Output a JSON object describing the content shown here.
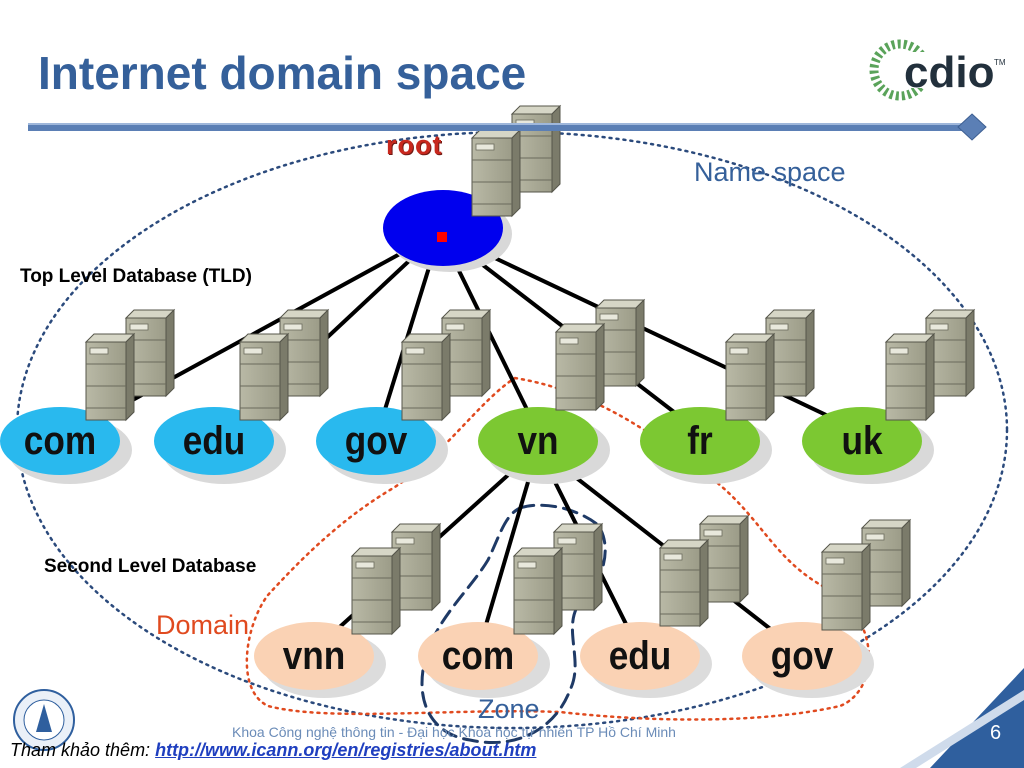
{
  "slide": {
    "title": "Internet domain space",
    "page_number": "6",
    "footer": "Khoa Công nghệ thông tin - Đại học Khoa học tự nhiên TP Hồ Chí Minh",
    "reference_prefix": "Tham khảo thêm: ",
    "reference_link": "http://www.icann.org/en/registries/about.htm",
    "logo": {
      "text": "cdio",
      "tm": "TM",
      "icon": "cdio-ring-logo"
    },
    "university_seal_icon": "university-seal-icon"
  },
  "labels": {
    "root": "root",
    "name_space": "Name space",
    "tld": "Top Level Database (TLD)",
    "sld": "Second Level Database",
    "domain": "Domain",
    "zone": "Zone"
  },
  "nodes": {
    "tld": [
      "com",
      "edu",
      "gov",
      "vn",
      "fr",
      "uk"
    ],
    "second_level": [
      "vnn",
      "com",
      "edu",
      "gov"
    ]
  },
  "colors": {
    "title": "#35609a",
    "root_node": "#0000ee",
    "tld_blue": "#29b9ee",
    "tld_green": "#7cc832",
    "second_level": "#fad2b4",
    "domain_outline": "#e04a1f",
    "zone_outline": "#1f3a66",
    "name_space_outline": "#2b4a7c"
  }
}
